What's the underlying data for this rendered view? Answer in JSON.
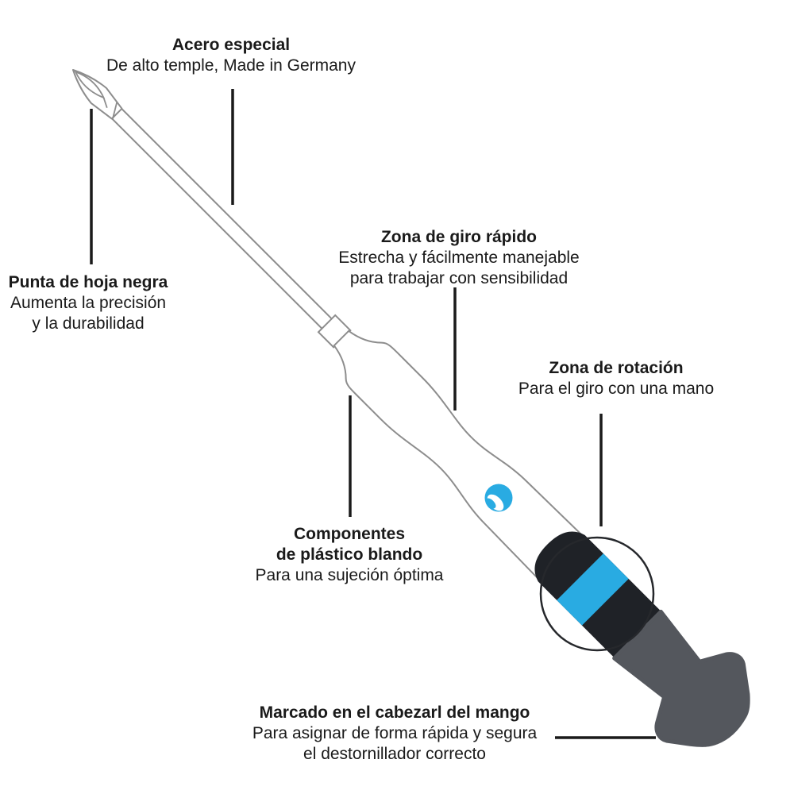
{
  "diagram": {
    "subject": "precision-screwdriver-features",
    "annotations": [
      {
        "title": "Acero especial",
        "lines": [
          "De alto temple, Made in Germany"
        ]
      },
      {
        "title": "Punta de hoja negra",
        "lines": [
          "Aumenta la precisión",
          "y la durabilidad"
        ]
      },
      {
        "title": "Zona de giro rápido",
        "lines": [
          "Estrecha y fácilmente manejable",
          "para trabajar con sensibilidad"
        ]
      },
      {
        "title": "Zona de rotación",
        "lines": [
          "Para el giro con una mano"
        ]
      },
      {
        "title_lines": [
          "Componentes",
          "de plástico blando"
        ],
        "lines": [
          "Para una sujeción óptima"
        ]
      },
      {
        "title": "Marcado en el cabezarl del mango",
        "lines": [
          "Para asignar de forma rápida y segura",
          "el destornillador correcto"
        ]
      }
    ],
    "colors": {
      "accent_blue": "#29ABE2",
      "grip_black": "#1F2227",
      "cap_gray": "#54575D",
      "outline_gray": "#8D8D8D",
      "line_black": "#1A1A1A"
    }
  }
}
